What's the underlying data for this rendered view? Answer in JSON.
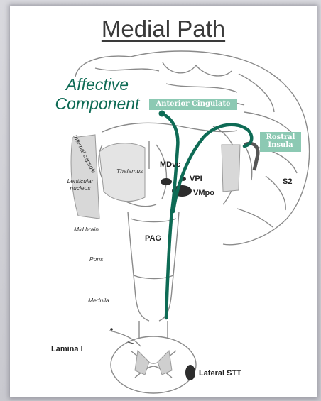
{
  "title": "Medial Path",
  "affective": {
    "line1": "Affective",
    "line2": "Component"
  },
  "tags": {
    "anterior_cingulate": "Anterior Cingulate",
    "rostral_insula_1": "Rostral",
    "rostral_insula_2": "Insula"
  },
  "labels": {
    "internal_capsule": "Internal capsule",
    "lenticular_nucleus_1": "Lenticular",
    "lenticular_nucleus_2": "nucleus",
    "thalamus": "Thalamus",
    "mdvc": "MDvc",
    "vpi": "VPI",
    "vmpo": "VMpo",
    "s2": "S2",
    "mid_brain": "Mid brain",
    "pag": "PAG",
    "pons": "Pons",
    "medulla": "Medulla",
    "lamina": "Lamina I",
    "lateral_stt": "Lateral STT"
  },
  "colors": {
    "pathway": "#0e6b55",
    "tag_bg": "#8cc9b3",
    "outline": "#8a8a8a"
  }
}
